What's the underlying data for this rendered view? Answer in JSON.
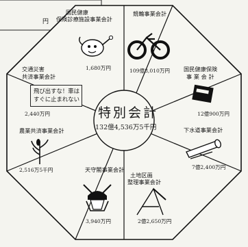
{
  "center": {
    "title": "特別会計",
    "amount": "132億4,536万5千円"
  },
  "corner_text": "円",
  "segments": [
    {
      "id": "kokumin-shinryo",
      "title_lines": [
        "国民健康",
        "保険診療施設事業会計"
      ],
      "amount": "1,680万円",
      "icon": "watering-can-icon"
    },
    {
      "id": "keirin",
      "title_lines": [
        "競輪事業会計"
      ],
      "amount": "109億8,010万円",
      "icon": "bicycle-icon"
    },
    {
      "id": "kokumin-hoken",
      "title_lines": [
        "国民健康保険",
        "事 業 会 計"
      ],
      "amount": "12億900万円",
      "icon": "insurance-card-icon"
    },
    {
      "id": "gesuido",
      "title_lines": [
        "下水道事業会計"
      ],
      "amount": "7億2,400万円",
      "icon": "sewer-pipe-icon"
    },
    {
      "id": "tochi-kukaku",
      "title_lines": [
        "土地区画",
        "整理事業会計"
      ],
      "amount": "2億2,650万円",
      "icon": "survey-tool-icon"
    },
    {
      "id": "tenshukaku",
      "title_lines": [
        "天守閣事業会計"
      ],
      "amount": "3,940万円",
      "icon": "samurai-helmet-icon"
    },
    {
      "id": "nogyo-kyosai",
      "title_lines": [
        "農業共済事業会計"
      ],
      "amount": "2,516万5千円",
      "icon": "rice-plant-icon"
    },
    {
      "id": "kotsu-saigai",
      "title_lines": [
        "交通災害",
        "共済事業会計"
      ],
      "amount": "2,440万円",
      "icon": "traffic-sign-icon",
      "sign_lines": [
        "飛び出すな！車は",
        "すぐに止まれない"
      ]
    }
  ]
}
